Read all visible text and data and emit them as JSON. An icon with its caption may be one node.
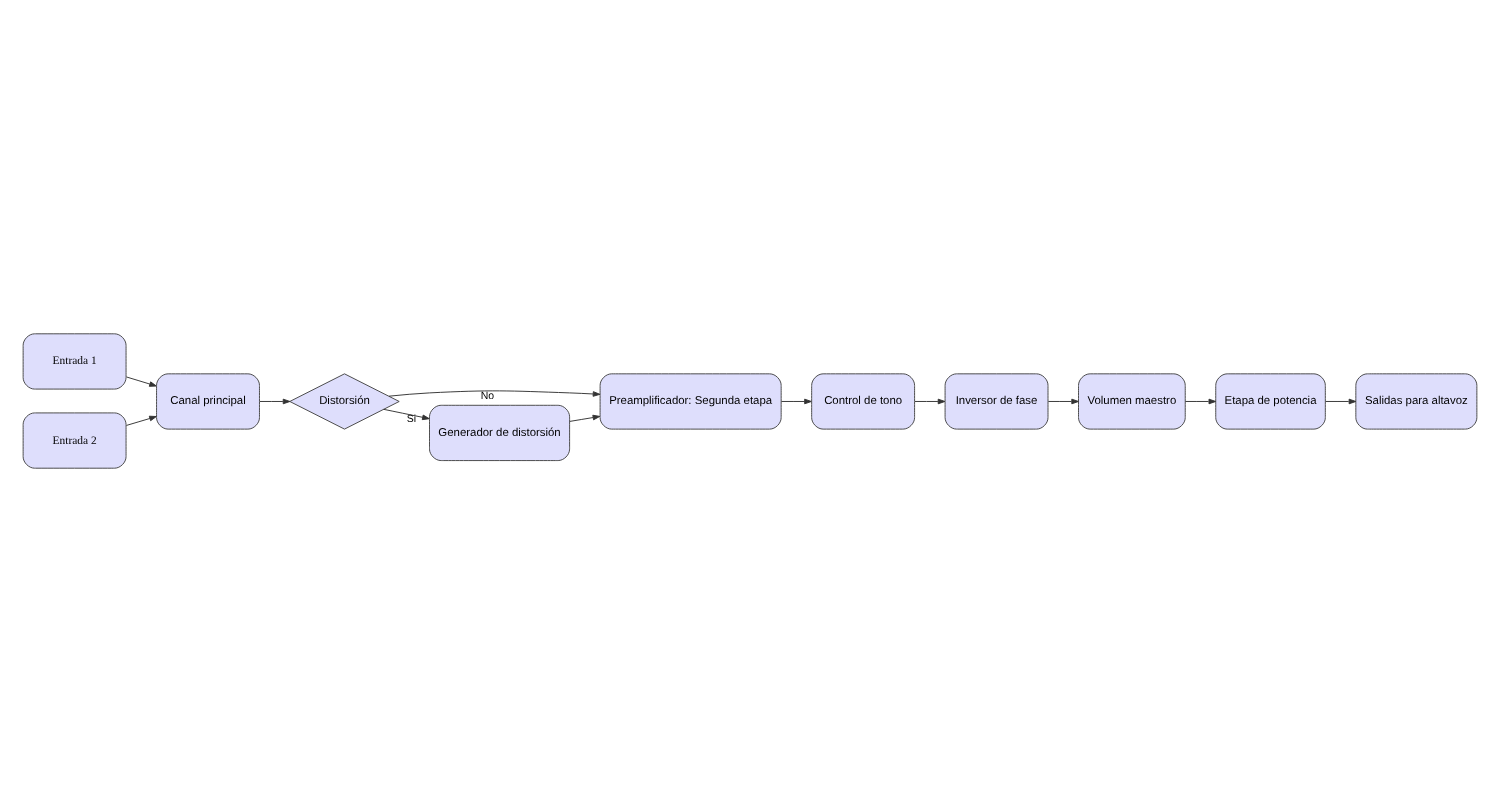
{
  "diagram": {
    "nodes": [
      {
        "text": [
          "Entrada 1"
        ]
      },
      {
        "text": [
          "Entrada 2"
        ]
      },
      {
        "text": [
          "Canal principal"
        ]
      },
      {
        "text": [
          "Distorsión"
        ]
      },
      {
        "text": [
          "Preamplificador: Segunda etapa"
        ]
      },
      {
        "text": [
          "Generador de distorsión"
        ]
      },
      {
        "text": [
          "Control de tono"
        ]
      },
      {
        "text": [
          "Inversor de fase"
        ]
      },
      {
        "text": [
          "Volumen maestro"
        ]
      },
      {
        "text": [
          "Etapa de potencia"
        ]
      },
      {
        "text": [
          "Salidas para altavoz"
        ]
      }
    ],
    "edges": [
      {
        "from": 0,
        "to": 2,
        "arrow": "to"
      },
      {
        "from": 1,
        "to": 2,
        "arrow": "to"
      },
      {
        "from": 2,
        "to": 3,
        "arrow": "to"
      },
      {
        "from": 3,
        "to": 4,
        "arrow": "to",
        "label": "No"
      },
      {
        "from": 3,
        "to": 5,
        "arrow": "to",
        "label": "Si"
      },
      {
        "from": 5,
        "to": 4,
        "arrow": "to"
      },
      {
        "from": 4,
        "to": 6,
        "arrow": "to"
      },
      {
        "from": 6,
        "to": 7,
        "arrow": "to"
      },
      {
        "from": 7,
        "to": 8,
        "arrow": "to"
      },
      {
        "from": 8,
        "to": 9,
        "arrow": "to"
      },
      {
        "from": 9,
        "to": 10,
        "arrow": "to"
      }
    ]
  }
}
